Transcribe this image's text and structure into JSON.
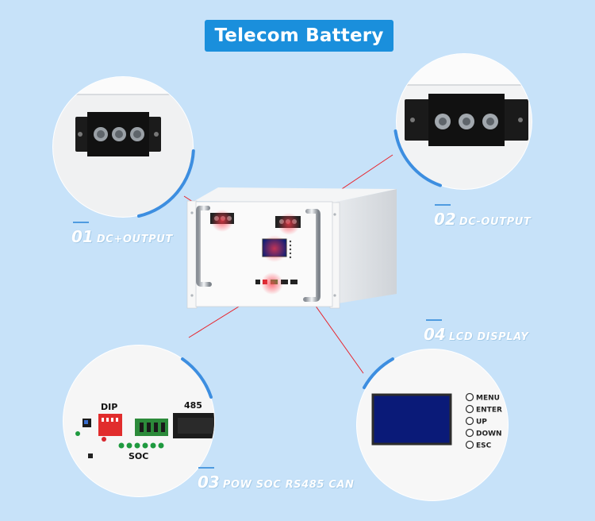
{
  "title": "Telecom Battery",
  "callouts": [
    {
      "num": "01",
      "text": "DC+OUTPUT"
    },
    {
      "num": "02",
      "text": "DC-OUTPUT"
    },
    {
      "num": "03",
      "text": "POW SOC RS485 CAN"
    },
    {
      "num": "04",
      "text": "LCD DISPLAY"
    }
  ],
  "ports_panel": {
    "dip": "DIP",
    "port_485": "485",
    "soc": "SOC"
  },
  "lcd_menu": [
    "MENU",
    "ENTER",
    "UP",
    "DOWN",
    "ESC"
  ],
  "colors": {
    "background": "#c7e2f9",
    "badge": "#1a8fdc",
    "accent_arc": "#3d8ee0",
    "leader_line": "#e8232b"
  }
}
